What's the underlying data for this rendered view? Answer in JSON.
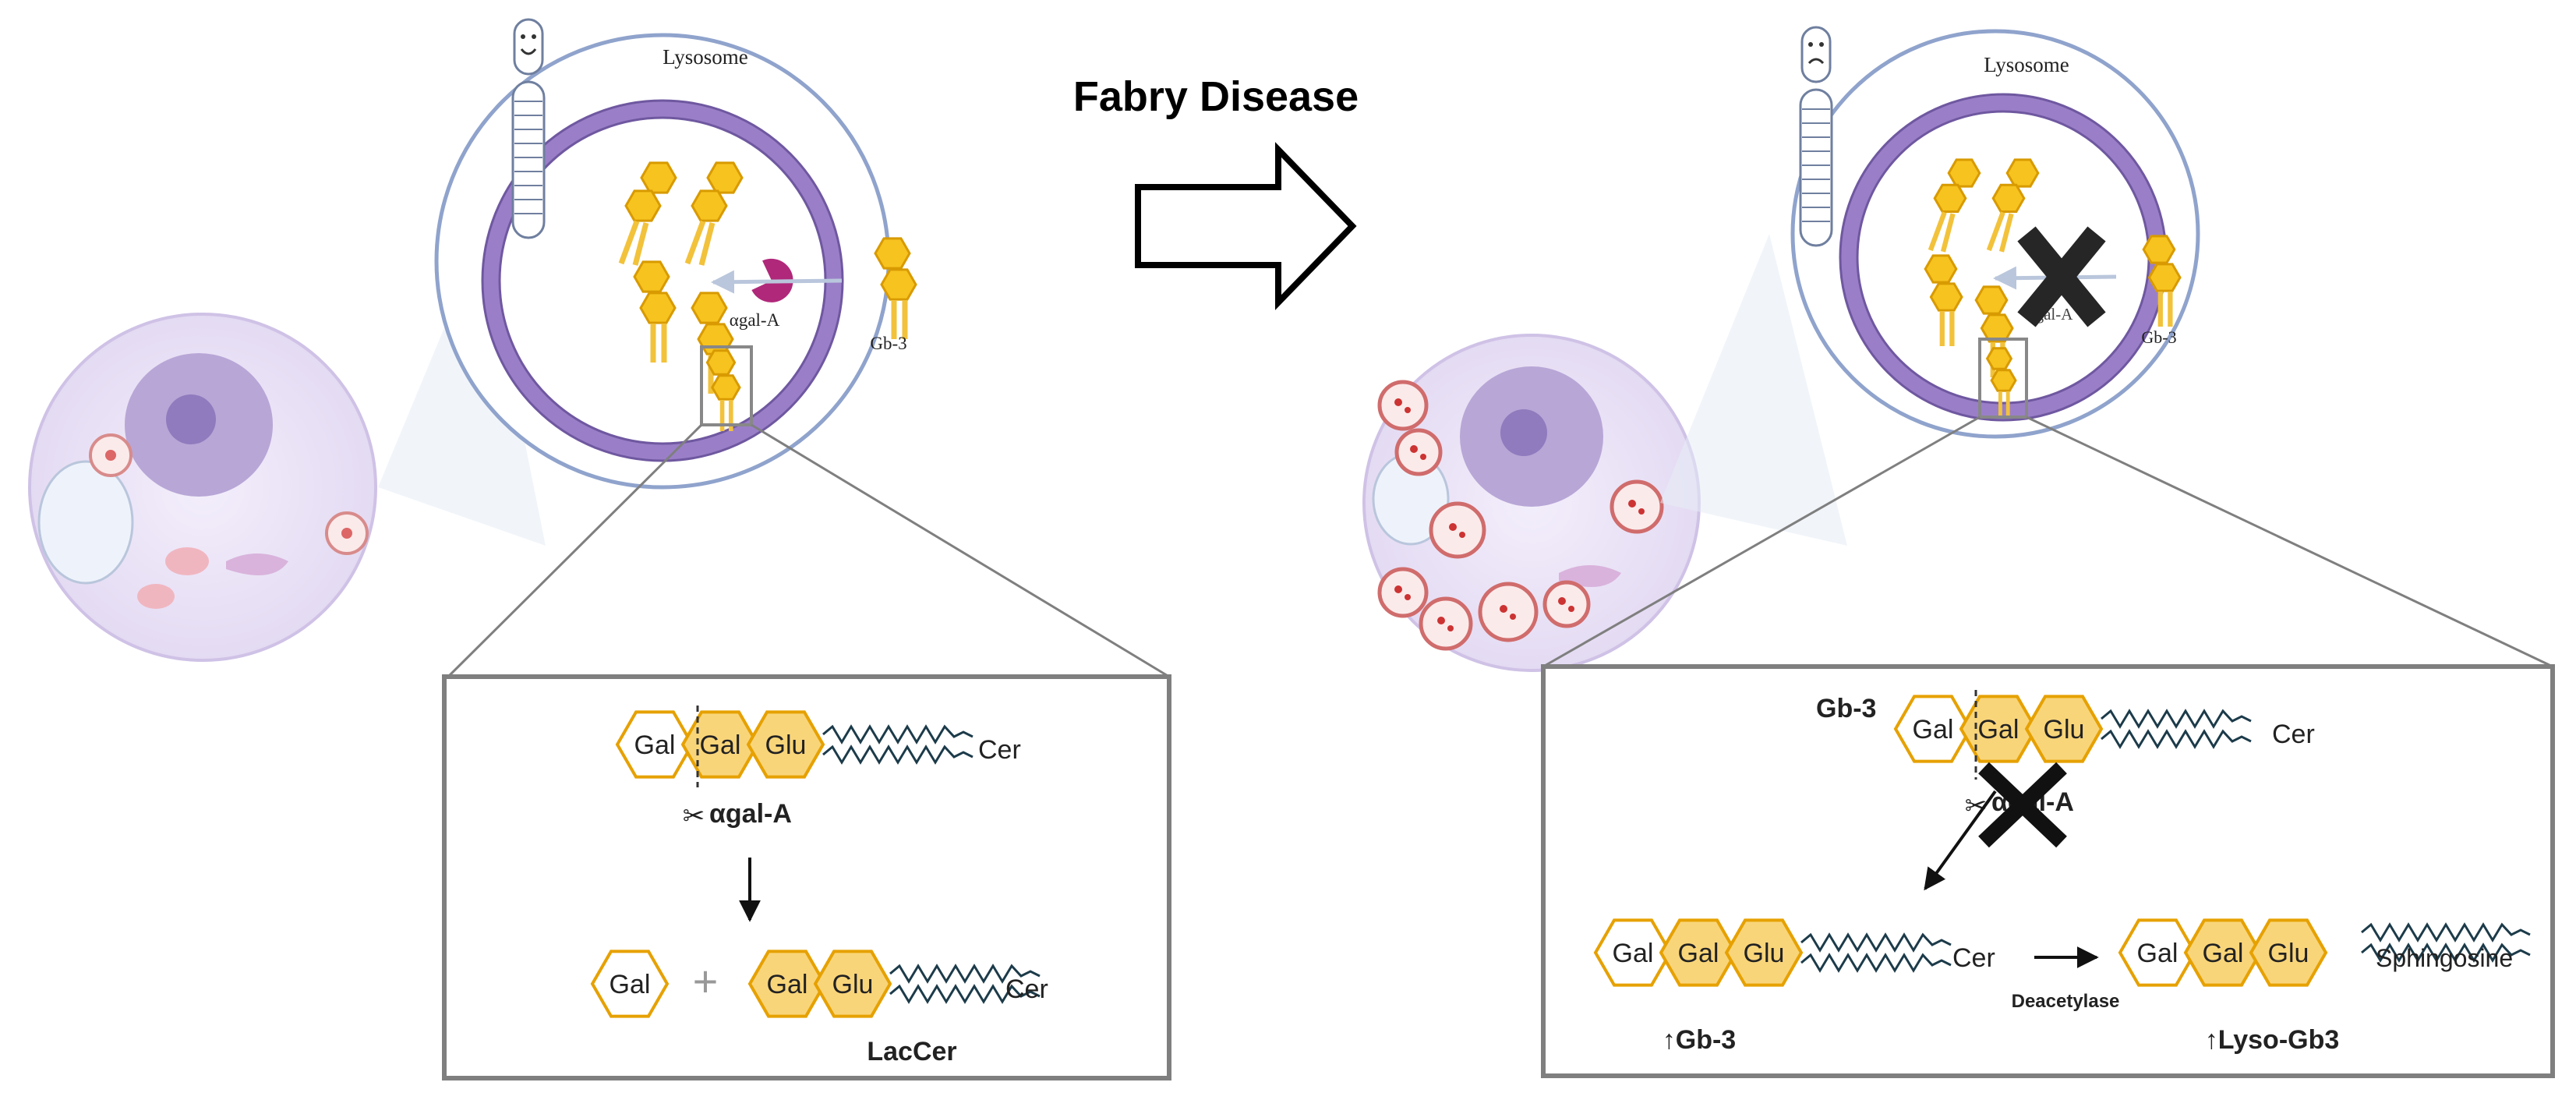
{
  "title": "Fabry Disease",
  "healthy": {
    "lysosome_label": "Lysosome",
    "enzyme_label": "αgal-A",
    "substrate_label": "Gb-3",
    "reaction": {
      "sugars": [
        "Gal",
        "Gal",
        "Glu"
      ],
      "lipid_label": "Cer",
      "enzyme_label": "αgal-A",
      "product_gal": "Gal",
      "product_sugars": [
        "Gal",
        "Glu"
      ],
      "product_lipid": "Cer",
      "product_name": "LacCer"
    }
  },
  "disease": {
    "lysosome_label": "Lysosome",
    "enzyme_label": "αgal-A",
    "substrate_label": "Gb-3",
    "reaction": {
      "substrate_name": "Gb-3",
      "sugars": [
        "Gal",
        "Gal",
        "Glu"
      ],
      "lipid_label": "Cer",
      "enzyme_label": "αgal-A",
      "accum_sugars": [
        "Gal",
        "Gal",
        "Glu"
      ],
      "accum_lipid": "Cer",
      "accum_label": "↑Gb-3",
      "converter_label": "Deacetylase",
      "lyso_sugars": [
        "Gal",
        "Gal",
        "Glu"
      ],
      "lyso_lipid": "Sphingosine",
      "lyso_label": "↑Lyso-Gb3"
    }
  },
  "colors": {
    "hex_fill": "#f9d57a",
    "hex_stroke": "#e6a100",
    "membrane": "#9a7fc8",
    "outer_ring": "#8fa3cc",
    "enzyme": "#b0287a",
    "box_border": "#7f7f7f",
    "cross": "#262626"
  }
}
